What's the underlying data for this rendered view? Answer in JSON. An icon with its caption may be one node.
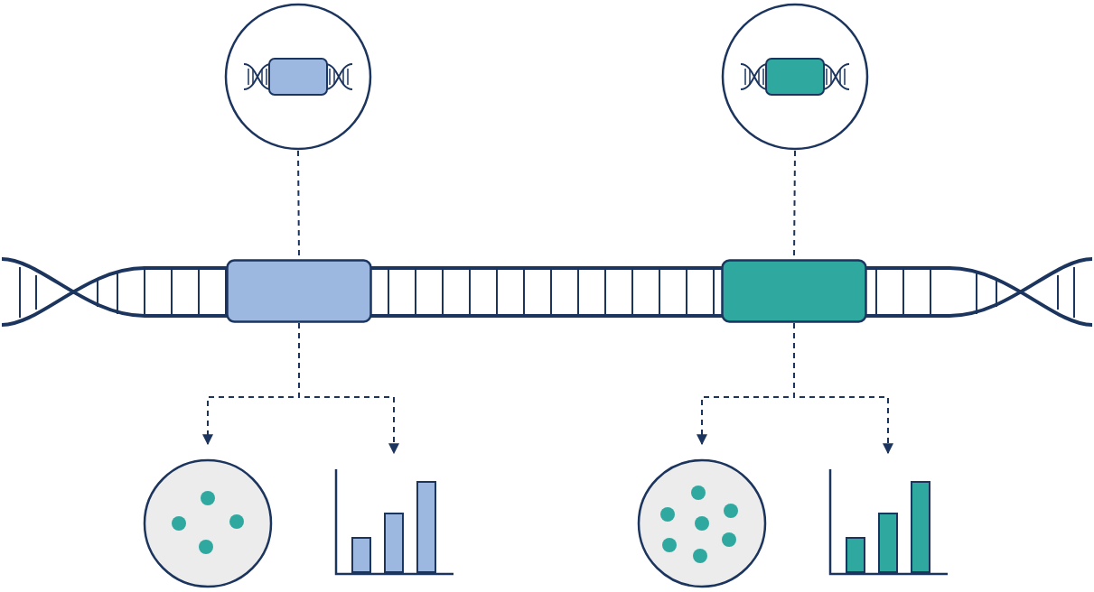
{
  "diagram": {
    "nodes": [
      {
        "text": [],
        "shape": "circle"
      },
      {
        "text": [],
        "shape": "circle"
      },
      {
        "text": [],
        "shape": "box"
      },
      {
        "text": [],
        "shape": "box"
      },
      {
        "text": [],
        "shape": "circle"
      },
      {
        "text": [],
        "shape": "chart"
      },
      {
        "text": [],
        "shape": "circle"
      },
      {
        "text": [],
        "shape": "chart"
      }
    ],
    "edges": [
      {
        "from": 0,
        "to": 2,
        "arrow": "none",
        "style": "dashed"
      },
      {
        "from": 1,
        "to": 3,
        "arrow": "none",
        "style": "dashed"
      },
      {
        "from": 2,
        "to": 4,
        "arrow": "to",
        "style": "dashed"
      },
      {
        "from": 2,
        "to": 5,
        "arrow": "to",
        "style": "dashed"
      },
      {
        "from": 3,
        "to": 6,
        "arrow": "to",
        "style": "dashed"
      },
      {
        "from": 3,
        "to": 7,
        "arrow": "to",
        "style": "dashed"
      }
    ]
  }
}
